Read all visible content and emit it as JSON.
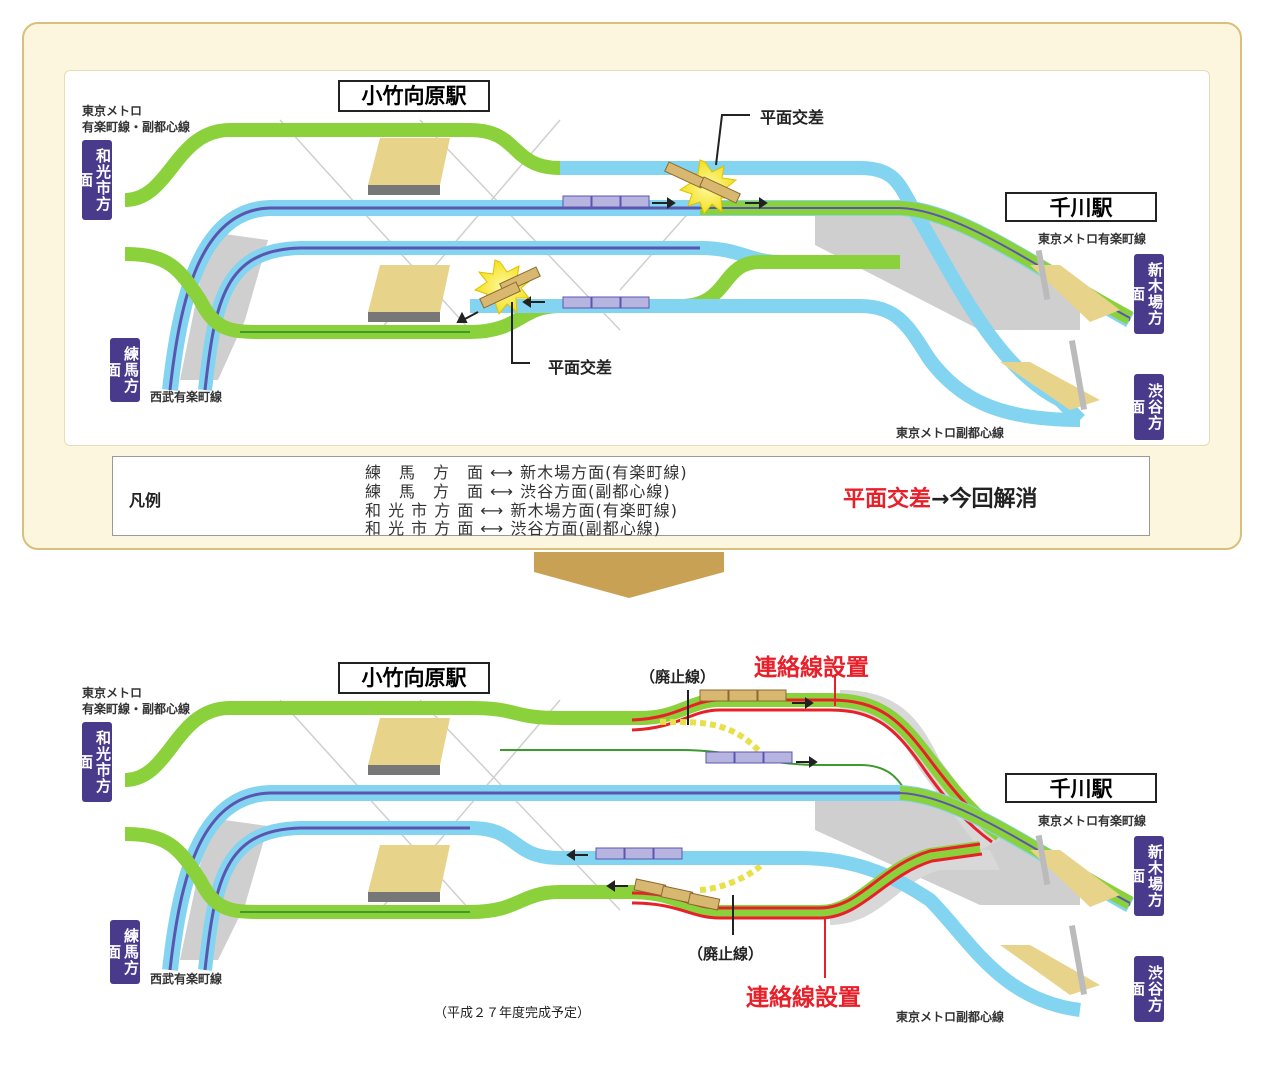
{
  "top": {
    "station_main": "小竹向原駅",
    "station_right": "千川駅",
    "top_left_label_line1": "東京メトロ",
    "top_left_label_line2": "有楽町線・副都心線",
    "dir_wako": "和光市方面",
    "dir_nerima": "練馬方面",
    "dir_shinkiba": "新木場方面",
    "dir_shibuya": "渋谷方面",
    "seibu_label": "西武有楽町線",
    "metro_yurakucho_label": "東京メトロ有楽町線",
    "metro_fukutoshin_label": "東京メトロ副都心線",
    "crossing_label_1": "平面交差",
    "crossing_label_2": "平面交差"
  },
  "legend": {
    "title": "凡例",
    "rows": [
      "練　馬　方　面 ⟷ 新木場方面(有楽町線)",
      "練　馬　方　面 ⟷ 渋谷方面(副都心線)",
      "和 光 市 方 面 ⟷ 新木場方面(有楽町線)",
      "和 光 市 方 面 ⟷ 渋谷方面(副都心線)"
    ],
    "note_red": "平面交差",
    "note_black": "→今回解消"
  },
  "bottom": {
    "station_main": "小竹向原駅",
    "station_right": "千川駅",
    "top_left_label_line1": "東京メトロ",
    "top_left_label_line2": "有楽町線・副都心線",
    "dir_wako": "和光市方面",
    "dir_nerima": "練馬方面",
    "dir_shinkiba": "新木場方面",
    "dir_shibuya": "渋谷方面",
    "seibu_label": "西武有楽町線",
    "metro_yurakucho_label": "東京メトロ有楽町線",
    "metro_fukutoshin_label": "東京メトロ副都心線",
    "abandoned_1": "（廃止線）",
    "abandoned_2": "（廃止線）",
    "connect_1": "連絡線設置",
    "connect_2": "連絡線設置",
    "completion_note": "（平成２７年度完成予定）"
  },
  "colors": {
    "purple_line": "#5a56b0",
    "cyan_line": "#82d4f0",
    "green_line": "#8bd13c",
    "dark_green_line": "#3d9a2c",
    "red_line": "#e8202a",
    "dir_box": "#4a3a8c"
  }
}
